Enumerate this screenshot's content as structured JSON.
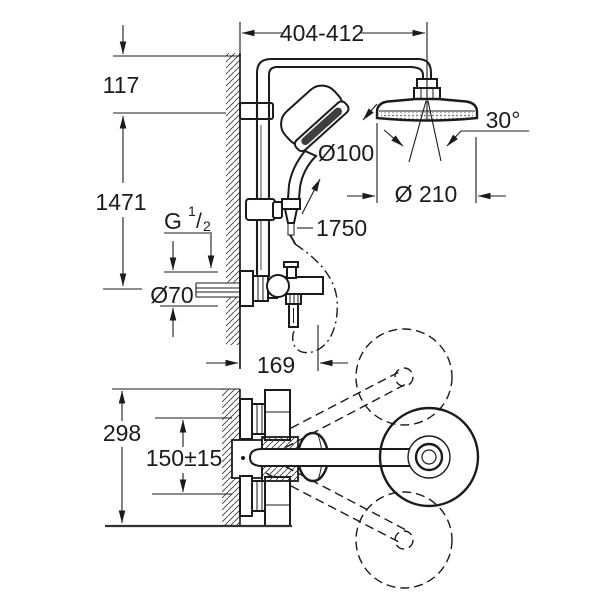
{
  "drawing": {
    "title": "shower-system-dimension-drawing",
    "colors": {
      "line": "#1b1b1b",
      "background": "#ffffff",
      "shade": "#3f3f3f"
    },
    "labels": {
      "width_top": "404-412",
      "offset_head": "117",
      "height_rail": "1471",
      "thread_letter": "G",
      "thread_sup": "1",
      "thread_slash": "/",
      "thread_sub": "2",
      "hand_shower_dia": "Ø100",
      "swivel_angle": "30°",
      "head_dia": "Ø 210",
      "hose_length": "1750",
      "escutcheon_dia": "Ø70",
      "projection": "169",
      "body_height": "298",
      "inlet_spacing": "150±15"
    }
  }
}
